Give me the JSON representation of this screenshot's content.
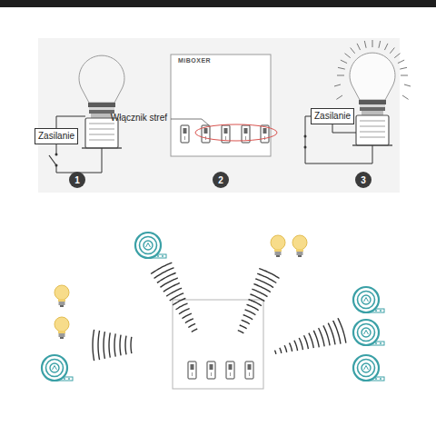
{
  "diagram": {
    "nodes": [
      {
        "text": [
          "Zasilanie"
        ]
      },
      {
        "text": [
          "Zasilanie"
        ]
      },
      {
        "text": [
          "1"
        ]
      },
      {
        "text": [
          "2"
        ]
      },
      {
        "text": [
          "3"
        ]
      }
    ],
    "labels": [
      "MiBOXER",
      "Włącznik stref"
    ]
  }
}
